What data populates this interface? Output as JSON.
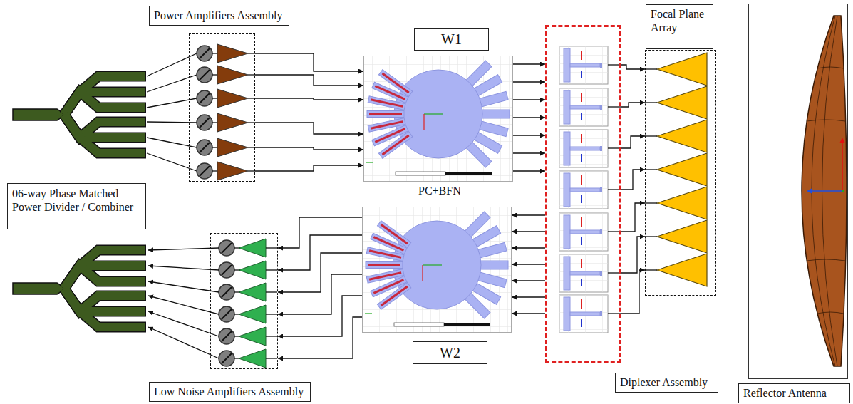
{
  "diagram": {
    "nodes": [
      {
        "text": [
          "06-way Phase Matched Power Divider / Combiner"
        ]
      },
      {
        "text": [
          "Power Amplifiers Assembly"
        ]
      },
      {
        "text": [
          "W1"
        ]
      },
      {
        "text": [
          "W2"
        ]
      },
      {
        "text": [
          "Low Noise Amplifiers Assembly"
        ]
      },
      {
        "text": [
          "Diplexer Assembly"
        ]
      },
      {
        "text": [
          "Focal Plane Array"
        ]
      },
      {
        "text": [
          "Reflector Antenna"
        ]
      }
    ],
    "edges": [
      {
        "from": 1,
        "to": 2,
        "arrow": "to"
      },
      {
        "from": 1,
        "to": 2,
        "arrow": "to"
      },
      {
        "from": 1,
        "to": 2,
        "arrow": "to"
      },
      {
        "from": 1,
        "to": 2,
        "arrow": "to"
      },
      {
        "from": 1,
        "to": 2,
        "arrow": "to"
      },
      {
        "from": 1,
        "to": 2,
        "arrow": "to"
      },
      {
        "from": 2,
        "to": 5,
        "arrow": "to"
      },
      {
        "from": 2,
        "to": 5,
        "arrow": "to"
      },
      {
        "from": 2,
        "to": 5,
        "arrow": "to"
      },
      {
        "from": 2,
        "to": 5,
        "arrow": "to"
      },
      {
        "from": 2,
        "to": 5,
        "arrow": "to"
      },
      {
        "from": 2,
        "to": 5,
        "arrow": "to"
      },
      {
        "from": 2,
        "to": 5,
        "arrow": "to"
      },
      {
        "from": 5,
        "to": 3,
        "arrow": "to"
      },
      {
        "from": 5,
        "to": 3,
        "arrow": "to"
      },
      {
        "from": 5,
        "to": 3,
        "arrow": "to"
      },
      {
        "from": 5,
        "to": 3,
        "arrow": "to"
      },
      {
        "from": 5,
        "to": 3,
        "arrow": "to"
      },
      {
        "from": 5,
        "to": 3,
        "arrow": "to"
      },
      {
        "from": 5,
        "to": 3,
        "arrow": "to"
      },
      {
        "from": 3,
        "to": 4,
        "arrow": "to"
      },
      {
        "from": 3,
        "to": 4,
        "arrow": "to"
      },
      {
        "from": 3,
        "to": 4,
        "arrow": "to"
      },
      {
        "from": 3,
        "to": 4,
        "arrow": "to"
      },
      {
        "from": 3,
        "to": 4,
        "arrow": "to"
      },
      {
        "from": 3,
        "to": 4,
        "arrow": "to"
      },
      {
        "from": 5,
        "to": 6,
        "arrow": "to"
      },
      {
        "from": 5,
        "to": 6,
        "arrow": "to"
      },
      {
        "from": 5,
        "to": 6,
        "arrow": "to"
      },
      {
        "from": 5,
        "to": 6,
        "arrow": "to"
      },
      {
        "from": 5,
        "to": 6,
        "arrow": "to"
      },
      {
        "from": 5,
        "to": 6,
        "arrow": "to"
      },
      {
        "from": 5,
        "to": 6,
        "arrow": "to"
      }
    ],
    "labels": [
      "PC+BFN"
    ]
  }
}
